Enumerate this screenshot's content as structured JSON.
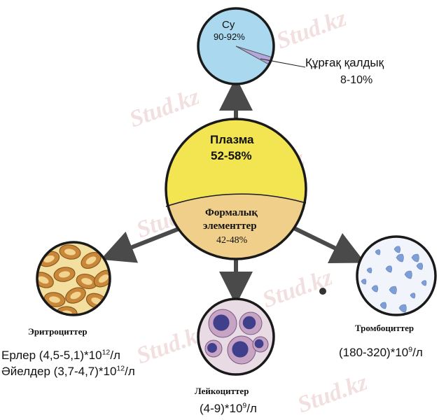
{
  "watermark": "Stud.kz",
  "colors": {
    "water": "#a9d8ef",
    "dry": "#b3a6dc",
    "plasma": "#f3e552",
    "formed": "#efcf8a",
    "arrow": "#4a4a4a",
    "outline": "#1a1a1a"
  },
  "water": {
    "name": "Су",
    "percent": "90-92%"
  },
  "dry_residue": {
    "name": "Құрғақ қалдық",
    "percent": "8-10%"
  },
  "plasma": {
    "name": "Плазма",
    "percent": "52-58%"
  },
  "formed_elements": {
    "line1": "Формалық",
    "line2": "элементтер",
    "percent": "42-48%"
  },
  "erythrocytes": {
    "name": "Эритроциттер",
    "men_label": "Ерлер",
    "men_value": "(4,5-5,1)*10",
    "men_exp": "12",
    "men_unit": "/л",
    "women_label": "Әйелдер",
    "women_value": "(3,7-4,7)*10",
    "women_exp": "12",
    "women_unit": "/л"
  },
  "leukocytes": {
    "name": "Лейкоциттер",
    "value": "(4-9)*10",
    "exp": "9",
    "unit": "/л"
  },
  "thrombocytes": {
    "name": "Тромбоциттер",
    "value": "(180-320)*10",
    "exp": "9",
    "unit": "/л"
  }
}
